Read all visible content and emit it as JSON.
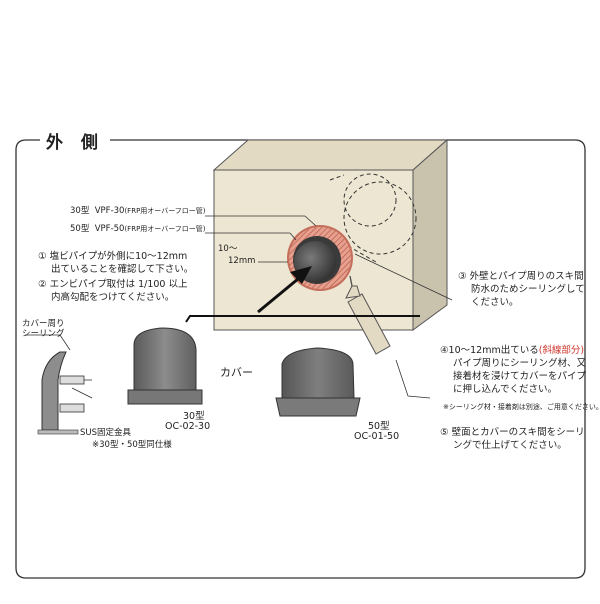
{
  "title": "外 側",
  "pipe_labels": {
    "vpf30_model": "30型",
    "vpf30_code": "VPF-30",
    "vpf30_desc": "(FRP用オーバーフロー管)",
    "vpf50_model": "50型",
    "vpf50_code": "VPF-50",
    "vpf50_desc": "(FRP用オーバーフロー管)"
  },
  "dimension": {
    "line1": "10～",
    "line2": "12mm"
  },
  "notes_left": [
    {
      "num": "①",
      "lines": [
        "塩ビパイプが外側に10～12mm",
        "出ていることを確認して下さい。"
      ]
    },
    {
      "num": "②",
      "lines": [
        "エンビパイプ取付は 1/100 以上",
        "内高勾配をつけてください。"
      ]
    }
  ],
  "sealing_label": {
    "line1": "カバー周り",
    "line2": "シーリング"
  },
  "sus_label": {
    "line1": "SUS固定金具",
    "line2": "※30型・50型同仕様"
  },
  "cover_label": "カバー",
  "covers": [
    {
      "model": "30型",
      "code": "OC-02-30"
    },
    {
      "model": "50型",
      "code": "OC-01-50"
    }
  ],
  "notes_right": [
    {
      "num": "③",
      "lines": [
        "外壁とパイプ周りのスキ間",
        "防水のためシーリングして",
        "ください。"
      ]
    },
    {
      "num": "④",
      "line1_pre": "10～12mm出ている",
      "line1_red": "(斜線部分)",
      "lines": [
        "パイプ周りにシーリング材、又",
        "接着材を浸けてカバーをパイプ",
        "に押し込んでください。"
      ]
    },
    {
      "num": "",
      "lines": [
        "※シーリング材・接着剤は別途、ご用意ください。"
      ]
    },
    {
      "num": "⑤",
      "lines": [
        "壁面とカバーのスキ間をシーリ",
        "ングで仕上げてください。"
      ]
    }
  ],
  "colors": {
    "wall": "#ede6d2",
    "wall_side": "#c9c2ad",
    "pipe_ring": "#d98773",
    "cover": "#6f6f6f",
    "accent_red": "#d0342c"
  }
}
